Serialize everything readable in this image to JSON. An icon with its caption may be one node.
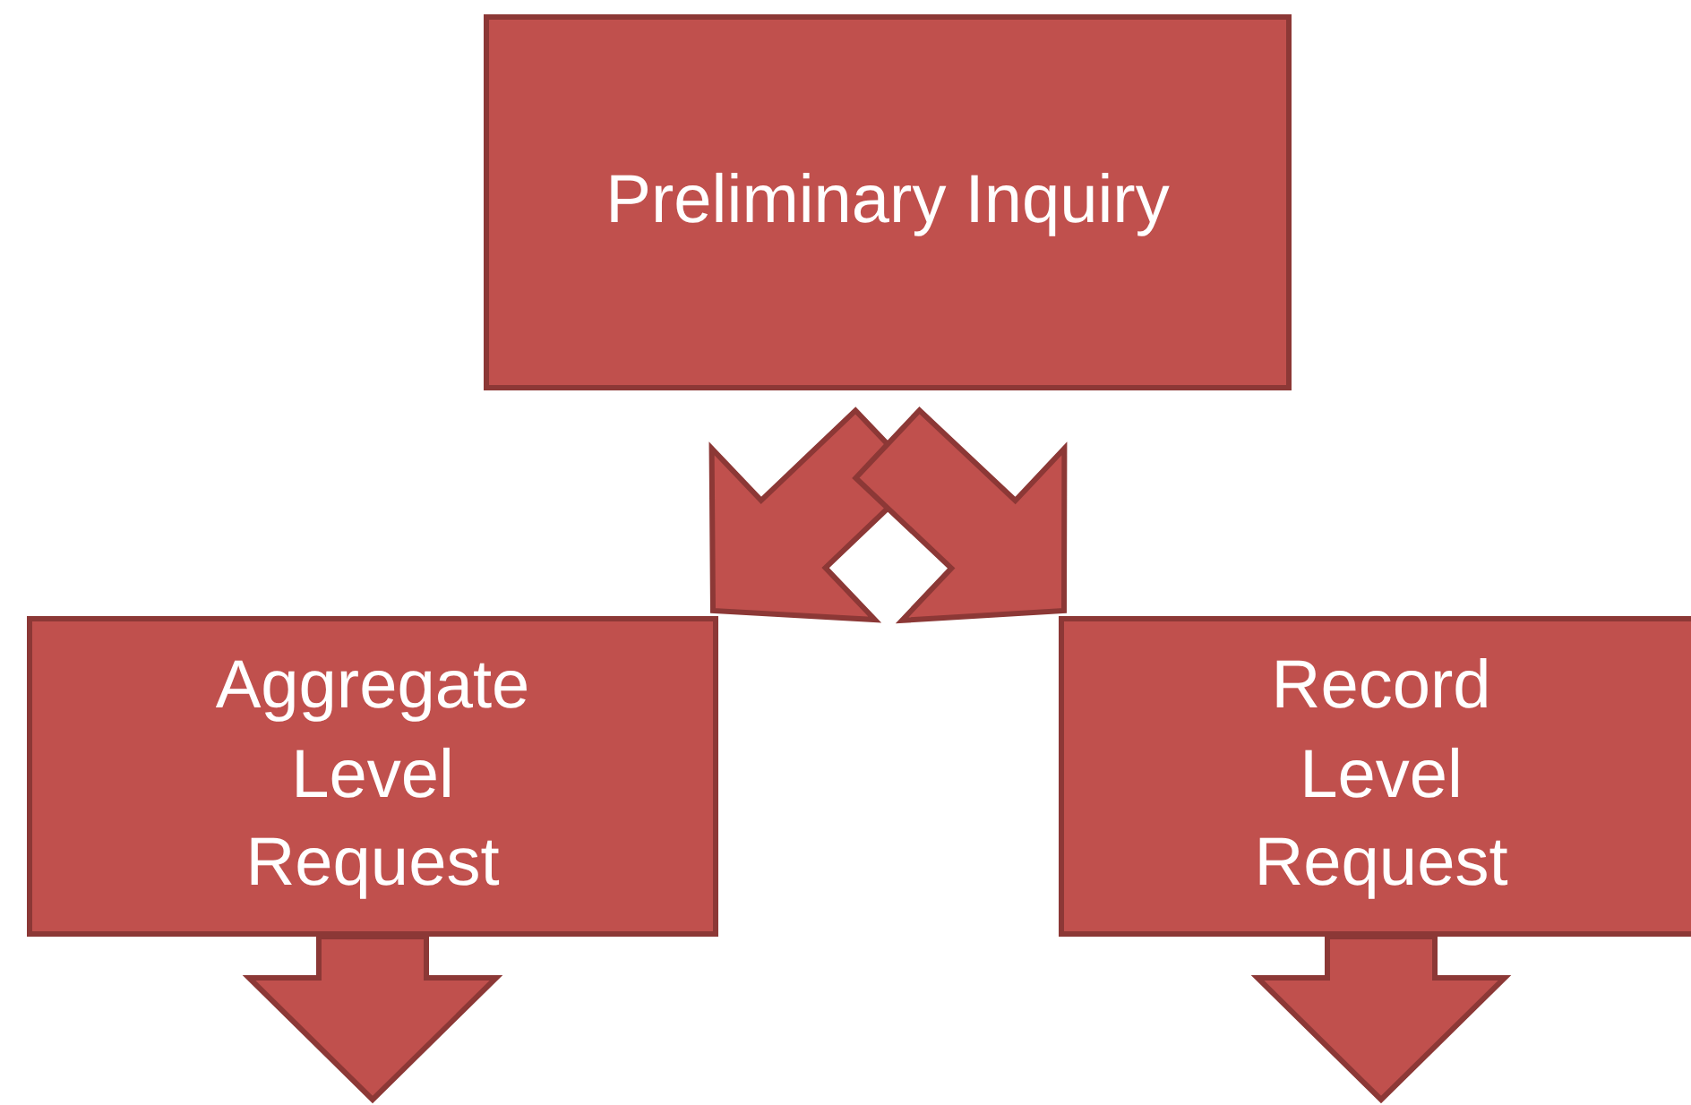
{
  "diagram": {
    "nodes": [
      {
        "text": [
          "Preliminary Inquiry"
        ]
      },
      {
        "text": [
          "Aggregate Level Request"
        ]
      },
      {
        "text": [
          "Record Level Request"
        ]
      }
    ],
    "edges": [
      {
        "from": 0,
        "to": 1,
        "arrow": "to",
        "style": "thick"
      },
      {
        "from": 0,
        "to": 2,
        "arrow": "to",
        "style": "thick"
      },
      {
        "from": 1,
        "to": null,
        "arrow": "to",
        "style": "thick"
      },
      {
        "from": 2,
        "to": null,
        "arrow": "to",
        "style": "thick"
      }
    ]
  }
}
